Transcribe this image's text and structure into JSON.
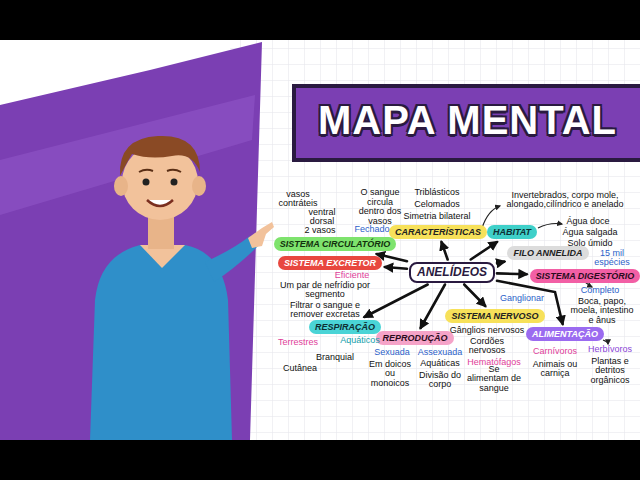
{
  "diagram": {
    "title": "MAPA MENTAL",
    "nodes": [
      {
        "text": [
          "ANELÍDEOS"
        ]
      },
      {
        "text": [
          "CARACTERÍSTICAS"
        ]
      },
      {
        "text": [
          "HABITAT"
        ]
      },
      {
        "text": [
          "FILO ANNELIDA"
        ]
      },
      {
        "text": [
          "SISTEMA DIGESTÓRIO"
        ]
      },
      {
        "text": [
          "SISTEMA CIRCULATÓRIO"
        ]
      },
      {
        "text": [
          "SISTEMA EXCRETOR"
        ]
      },
      {
        "text": [
          "RESPIRAÇÃO"
        ]
      },
      {
        "text": [
          "REPRODUÇÃO"
        ]
      },
      {
        "text": [
          "SISTEMA NERVOSO"
        ]
      },
      {
        "text": [
          "ALIMENTAÇÃO"
        ]
      }
    ],
    "edges": [
      {
        "from": 0,
        "to": 1,
        "arrow": "to"
      },
      {
        "from": 0,
        "to": 2,
        "arrow": "to"
      },
      {
        "from": 0,
        "to": 3,
        "arrow": "to"
      },
      {
        "from": 0,
        "to": 4,
        "arrow": "to"
      },
      {
        "from": 0,
        "to": 5,
        "arrow": "to"
      },
      {
        "from": 0,
        "to": 6,
        "arrow": "to"
      },
      {
        "from": 0,
        "to": 7,
        "arrow": "to"
      },
      {
        "from": 0,
        "to": 8,
        "arrow": "to"
      },
      {
        "from": 0,
        "to": 9,
        "arrow": "to"
      },
      {
        "from": 0,
        "to": 10,
        "arrow": "to"
      }
    ],
    "labels": [
      "Triblásticos",
      "Celomados",
      "Simetria bilateral",
      "Invertebrados, corpo mole, alongado,cilíndrico e anelado",
      "Água doce",
      "Água salgada",
      "Solo úmido",
      "15 mil espécies",
      "Completo",
      "Boca, papo, moela, intestino e ânus",
      "Ganglionar",
      "Gânglios nervosos",
      "Cordões nervosos",
      "Hematófagos",
      "Se alimentam de sangue",
      "Carnívoros",
      "Animais ou carniça",
      "Herbívoros",
      "Plantas e detritos orgânicos",
      "Assexuada",
      "Aquáticas",
      "Divisão do corpo",
      "Sexuada",
      "Em doicos ou monoicos",
      "Aquáticos",
      "Terrestres",
      "Branquial",
      "Cutânea",
      "Eficiente",
      "Um par de nefrídio por segmento",
      "Filtrar o sangue e remover excretas",
      "vasos contráteis",
      "ventral",
      "dorsal",
      "2 vasos",
      "O sangue circula dentro dos vasos",
      "Fechado"
    ]
  }
}
